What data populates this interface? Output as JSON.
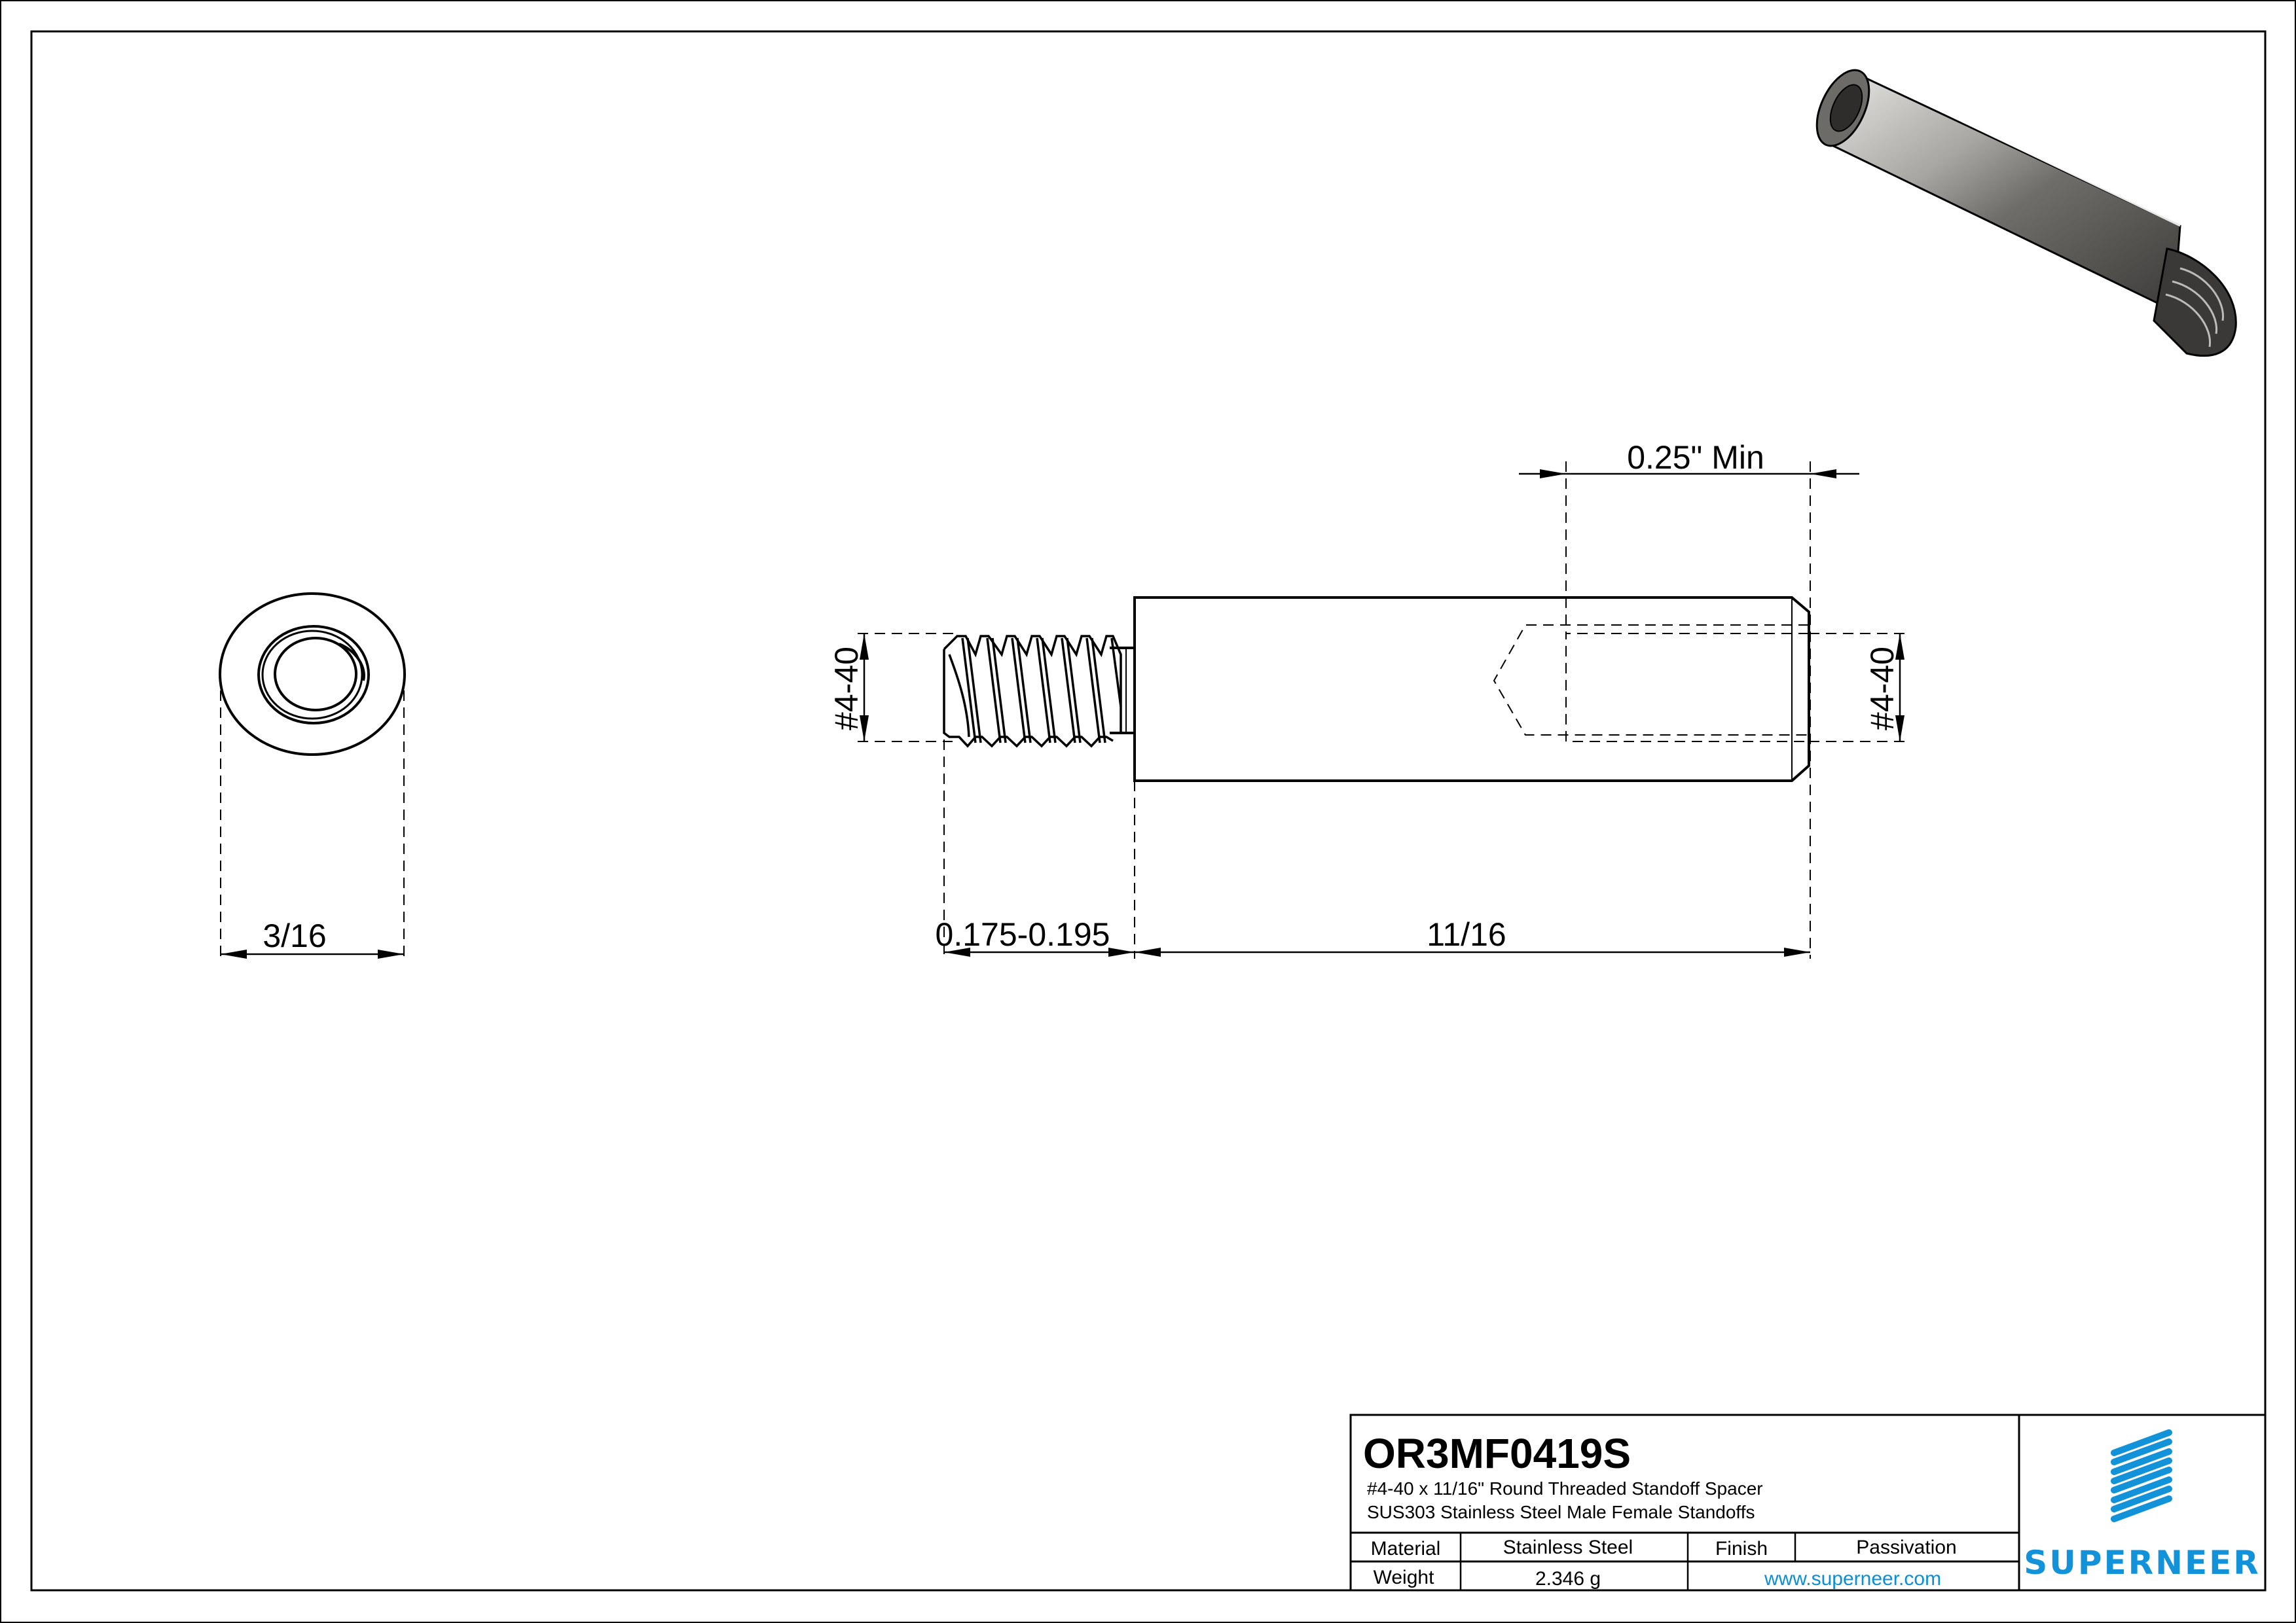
{
  "drawing": {
    "part_number": "OR3MF0419S",
    "description_line1": "#4-40 x 11/16\" Round Threaded Standoff Spacer",
    "description_line2": "SUS303 Stainless Steel Male Female Standoffs",
    "views": {
      "end_view": {
        "diameter_label": "3/16"
      },
      "side_view": {
        "male_thread_label": "#4-40",
        "female_thread_label": "#4-40",
        "male_thread_length_label": "0.175-0.195",
        "body_length_label": "11/16",
        "female_thread_depth_label": "0.25\" Min"
      },
      "iso_view": {
        "icon": "standoff-3d-render-icon"
      }
    }
  },
  "title_block": {
    "material_label": "Material",
    "material_value": "Stainless Steel",
    "finish_label": "Finish",
    "finish_value": "Passivation",
    "weight_label": "Weight",
    "weight_value": "2.346 g",
    "website": "www.superneer.com"
  },
  "brand": {
    "name": "SUPERNEER",
    "logo_icon": "striped-parallelogram-logo-icon",
    "color": "#1292d8"
  }
}
